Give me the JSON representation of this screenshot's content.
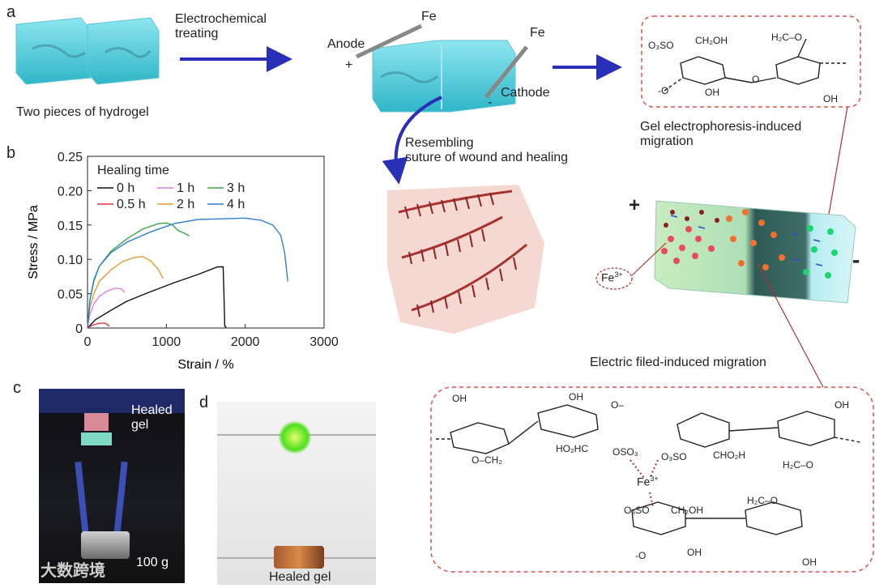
{
  "panels": {
    "a": "a",
    "b": "b",
    "c": "c",
    "d": "d"
  },
  "panel_a": {
    "left_caption": "Two pieces of hydrogel",
    "step_label": "Electrochemical\ntreating",
    "anode": "Anode",
    "plus": "+",
    "fe_top": "Fe",
    "fe_right": "Fe",
    "cathode": "Cathode",
    "minus": "-",
    "resemble_label": "Resembling\nsuture of wound and healing",
    "gel_electrophoresis": "Gel electrophoresis-induced\nmigration",
    "electric_field": "Electric filed-induced migration",
    "block_plus": "+",
    "block_minus": "-",
    "fe_ion": "Fe",
    "fe_ion_sup": "3+",
    "chem_top": {
      "so3": "O₃SO",
      "ch2oh": "CH₂OH",
      "oh1": "OH",
      "o_link": "O",
      "h2c_o": "H₂C–O",
      "oh2": "OH",
      "o_end": "-O"
    },
    "chem_bottom": {
      "oh_a": "OH",
      "oh_b": "OH",
      "o_minus": "O–",
      "ho2hc": "HO₂HC",
      "oso3": "OSO₃",
      "o3so": "O₃SO",
      "oh_c": "OH",
      "chohl": "CHO₂H",
      "h2c_o": "H₂C–O",
      "o_ch2": "O–CH₂",
      "fe": "Fe",
      "fe_sup": "3+",
      "o3so_b": "O₃SO",
      "ch2oh_b": "CH₂OH",
      "h2c_o_b": "H₂C–O",
      "oh_d": "OH",
      "oh_e": "OH",
      "o_minus_b": "-O"
    }
  },
  "panel_c": {
    "healed": "Healed\ngel",
    "weight": "100 g"
  },
  "panel_d": {
    "healed": "Healed gel"
  },
  "watermark": "大数跨境",
  "colors": {
    "arrow": "#2a2fb8",
    "dash": "#d9534f",
    "red_line": "#b03030"
  },
  "chart_data": {
    "type": "line",
    "xlabel": "Strain / %",
    "ylabel": "Stress / MPa",
    "xlim": [
      0,
      3000
    ],
    "ylim": [
      0,
      0.25
    ],
    "xticks": [
      0,
      1000,
      2000,
      3000
    ],
    "yticks": [
      0,
      0.05,
      0.1,
      0.15,
      0.2,
      0.25
    ],
    "ytick_labels": [
      "0",
      "0.05",
      "0.10",
      "0.15",
      "0.20",
      "0.25"
    ],
    "legend_title": "Healing time",
    "legend_placement": "top-left",
    "grid": false,
    "series": [
      {
        "name": "0 h",
        "color": "#111111",
        "x": [
          0,
          100,
          300,
          500,
          800,
          1100,
          1400,
          1650,
          1720,
          1730,
          1740,
          1760
        ],
        "y": [
          0,
          0.012,
          0.026,
          0.039,
          0.053,
          0.066,
          0.078,
          0.089,
          0.089,
          0.05,
          0.003,
          0.001
        ]
      },
      {
        "name": "0.5 h",
        "color": "#d9363e",
        "x": [
          0,
          60,
          150,
          220,
          280
        ],
        "y": [
          0,
          0.004,
          0.007,
          0.007,
          0.003
        ]
      },
      {
        "name": "1 h",
        "color": "#e879e8",
        "x": [
          0,
          30,
          80,
          150,
          250,
          350,
          430,
          470
        ],
        "y": [
          0,
          0.02,
          0.035,
          0.046,
          0.054,
          0.058,
          0.057,
          0.052
        ]
      },
      {
        "name": "2 h",
        "color": "#e59b2c",
        "x": [
          0,
          30,
          80,
          150,
          300,
          450,
          600,
          700,
          800,
          900,
          960
        ],
        "y": [
          0,
          0.03,
          0.05,
          0.068,
          0.085,
          0.097,
          0.103,
          0.104,
          0.098,
          0.085,
          0.072
        ]
      },
      {
        "name": "3 h",
        "color": "#3aa74a",
        "x": [
          0,
          30,
          80,
          150,
          300,
          500,
          700,
          900,
          1000,
          1080,
          1150,
          1230,
          1290
        ],
        "y": [
          0,
          0.04,
          0.068,
          0.09,
          0.112,
          0.13,
          0.144,
          0.152,
          0.153,
          0.15,
          0.142,
          0.138,
          0.134
        ]
      },
      {
        "name": "4 h",
        "color": "#2f7fd0",
        "x": [
          0,
          30,
          80,
          150,
          300,
          500,
          800,
          1100,
          1400,
          1700,
          2000,
          2200,
          2350,
          2450,
          2500,
          2540
        ],
        "y": [
          0,
          0.04,
          0.07,
          0.09,
          0.11,
          0.125,
          0.14,
          0.152,
          0.158,
          0.159,
          0.16,
          0.157,
          0.15,
          0.135,
          0.11,
          0.068
        ]
      }
    ]
  }
}
